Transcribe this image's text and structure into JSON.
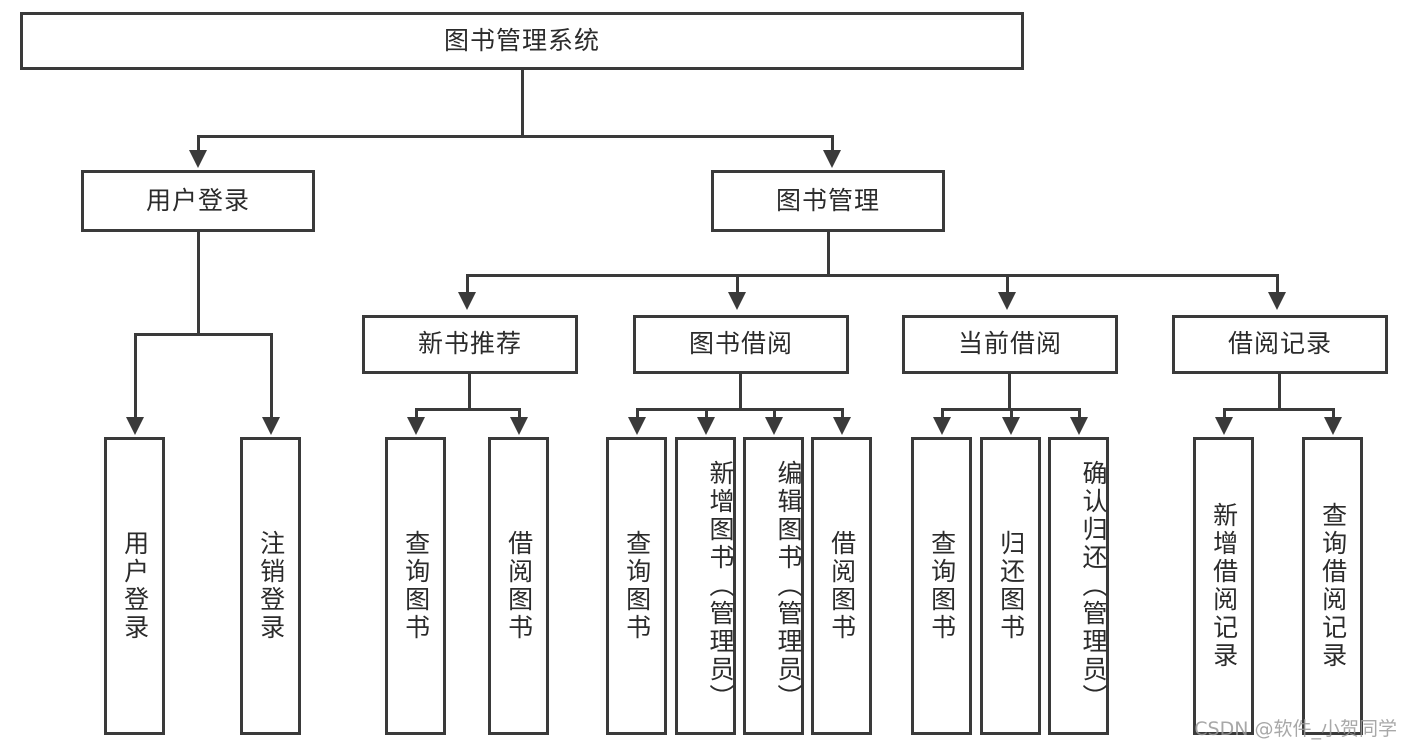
{
  "diagram": {
    "type": "tree-hierarchy",
    "title": "图书管理系统",
    "root": {
      "id": "root",
      "label": "图书管理系统"
    },
    "level2": [
      {
        "id": "user-login",
        "label": "用户登录"
      },
      {
        "id": "book-management",
        "label": "图书管理"
      }
    ],
    "level3": [
      {
        "id": "new-book-recommend",
        "label": "新书推荐",
        "parent": "book-management"
      },
      {
        "id": "book-borrow",
        "label": "图书借阅",
        "parent": "book-management"
      },
      {
        "id": "current-borrow",
        "label": "当前借阅",
        "parent": "book-management"
      },
      {
        "id": "borrow-record",
        "label": "借阅记录",
        "parent": "book-management"
      }
    ],
    "leaves": {
      "user_login": [
        {
          "id": "leaf-user-login",
          "label": "用户登录"
        },
        {
          "id": "leaf-logout",
          "label": "注销登录"
        }
      ],
      "new_book_recommend": [
        {
          "id": "leaf-query-book-1",
          "label": "查询图书"
        },
        {
          "id": "leaf-borrow-book-1",
          "label": "借阅图书"
        }
      ],
      "book_borrow": [
        {
          "id": "leaf-query-book-2",
          "label": "查询图书"
        },
        {
          "id": "leaf-add-book",
          "label": "新增图书（管理员）"
        },
        {
          "id": "leaf-edit-book",
          "label": "编辑图书（管理员）"
        },
        {
          "id": "leaf-borrow-book-2",
          "label": "借阅图书"
        }
      ],
      "current_borrow": [
        {
          "id": "leaf-query-book-3",
          "label": "查询图书"
        },
        {
          "id": "leaf-return-book",
          "label": "归还图书"
        },
        {
          "id": "leaf-confirm-return",
          "label": "确认归还（管理员）"
        }
      ],
      "borrow_record": [
        {
          "id": "leaf-add-record",
          "label": "新增借阅记录"
        },
        {
          "id": "leaf-query-record",
          "label": "查询借阅记录"
        }
      ]
    },
    "colors": {
      "stroke": "#3a3a3a",
      "fill": "#ffffff",
      "text": "#2b2b2b",
      "watermark": "#9a9a9a"
    }
  },
  "watermark": {
    "text": "CSDN @软件_小贺同学"
  }
}
